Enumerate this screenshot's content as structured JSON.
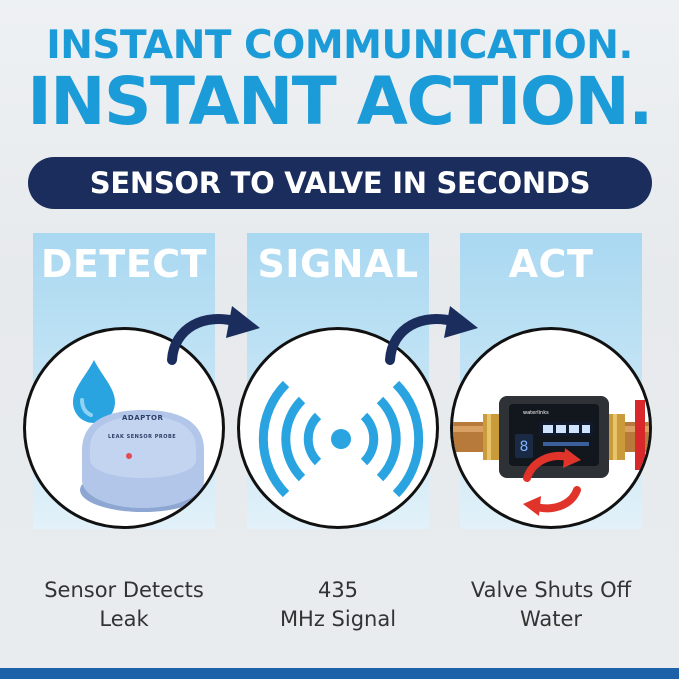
{
  "headline": {
    "line1": "INSTANT COMMUNICATION.",
    "line2": "INSTANT ACTION."
  },
  "banner": {
    "text": "SENSOR TO VALVE IN SECONDS"
  },
  "steps": [
    {
      "title": "DETECT",
      "caption_line1": "Sensor Detects",
      "caption_line2": "Leak",
      "icon": "water-drop-sensor"
    },
    {
      "title": "SIGNAL",
      "caption_line1": "435",
      "caption_line2": "MHz Signal",
      "icon": "wireless-signal"
    },
    {
      "title": "ACT",
      "caption_line1": "Valve Shuts Off",
      "caption_line2": "Water",
      "icon": "valve-shutoff"
    }
  ],
  "device": {
    "brand": "ADAPTOR",
    "label": "LEAK SENSOR PROBE",
    "valve_brand": "waterlinks"
  },
  "colors": {
    "headline_blue": "#1b9bd7",
    "banner_navy": "#1a2d5c",
    "panel_light_blue": "#bfe2f4",
    "signal_blue": "#2aa4e0",
    "arrow_navy": "#1a2d5c",
    "rotate_red": "#e0342b"
  }
}
